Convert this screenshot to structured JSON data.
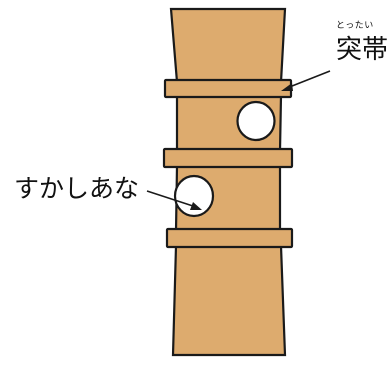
{
  "diagram": {
    "labels": {
      "totsutai": "突帯",
      "totsutai_ruby": "とったい",
      "sukashiana": "すかしあな"
    },
    "colors": {
      "body_fill": "#DDAB6E",
      "outline": "#1a1a1a",
      "hole_fill": "#ffffff",
      "background": "#ffffff"
    }
  }
}
